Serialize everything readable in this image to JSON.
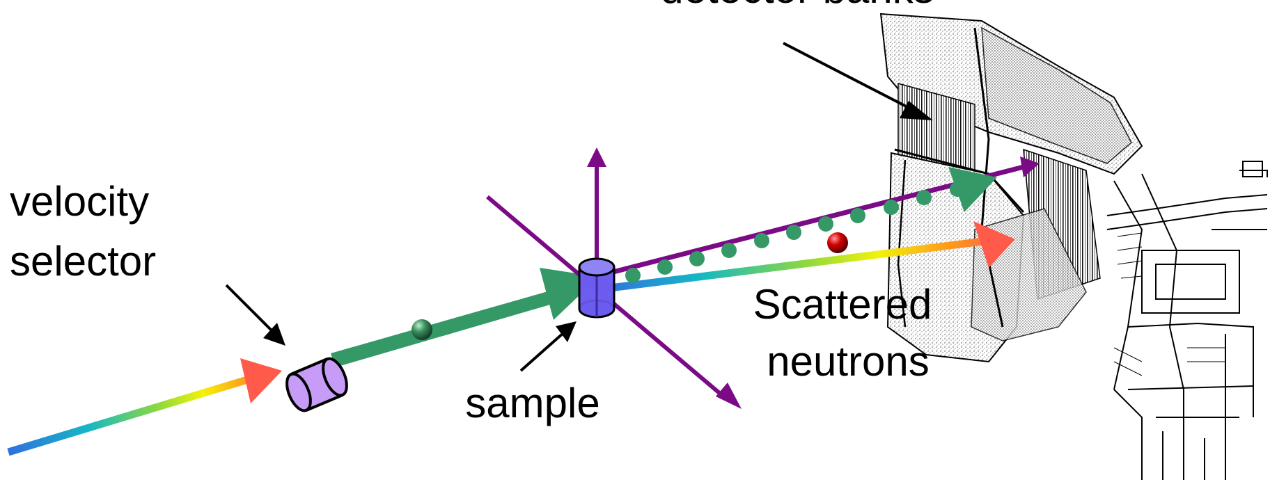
{
  "labels": {
    "detector_banks": "detector banks",
    "velocity_selector": [
      "velocity",
      "selector"
    ],
    "sample": "sample",
    "scattered_neutrons": [
      "Scattered",
      "neutrons"
    ]
  },
  "colors": {
    "incident_beam": "#349966",
    "selector": "#c79cf7",
    "sample": "#6b5cf0",
    "axes": "#7b0a86",
    "scattered_dots": "#349966",
    "neutron_red": "#c40000",
    "arrow": "#000000",
    "spectrum": [
      "#2f6fe0",
      "#16b8c4",
      "#8bd840",
      "#f2f20a",
      "#ff9a1a",
      "#ff5a4a"
    ]
  },
  "icons": {
    "detector": "detector-bank-sketch",
    "selector": "cylinder-icon",
    "sample": "cylinder-icon"
  }
}
